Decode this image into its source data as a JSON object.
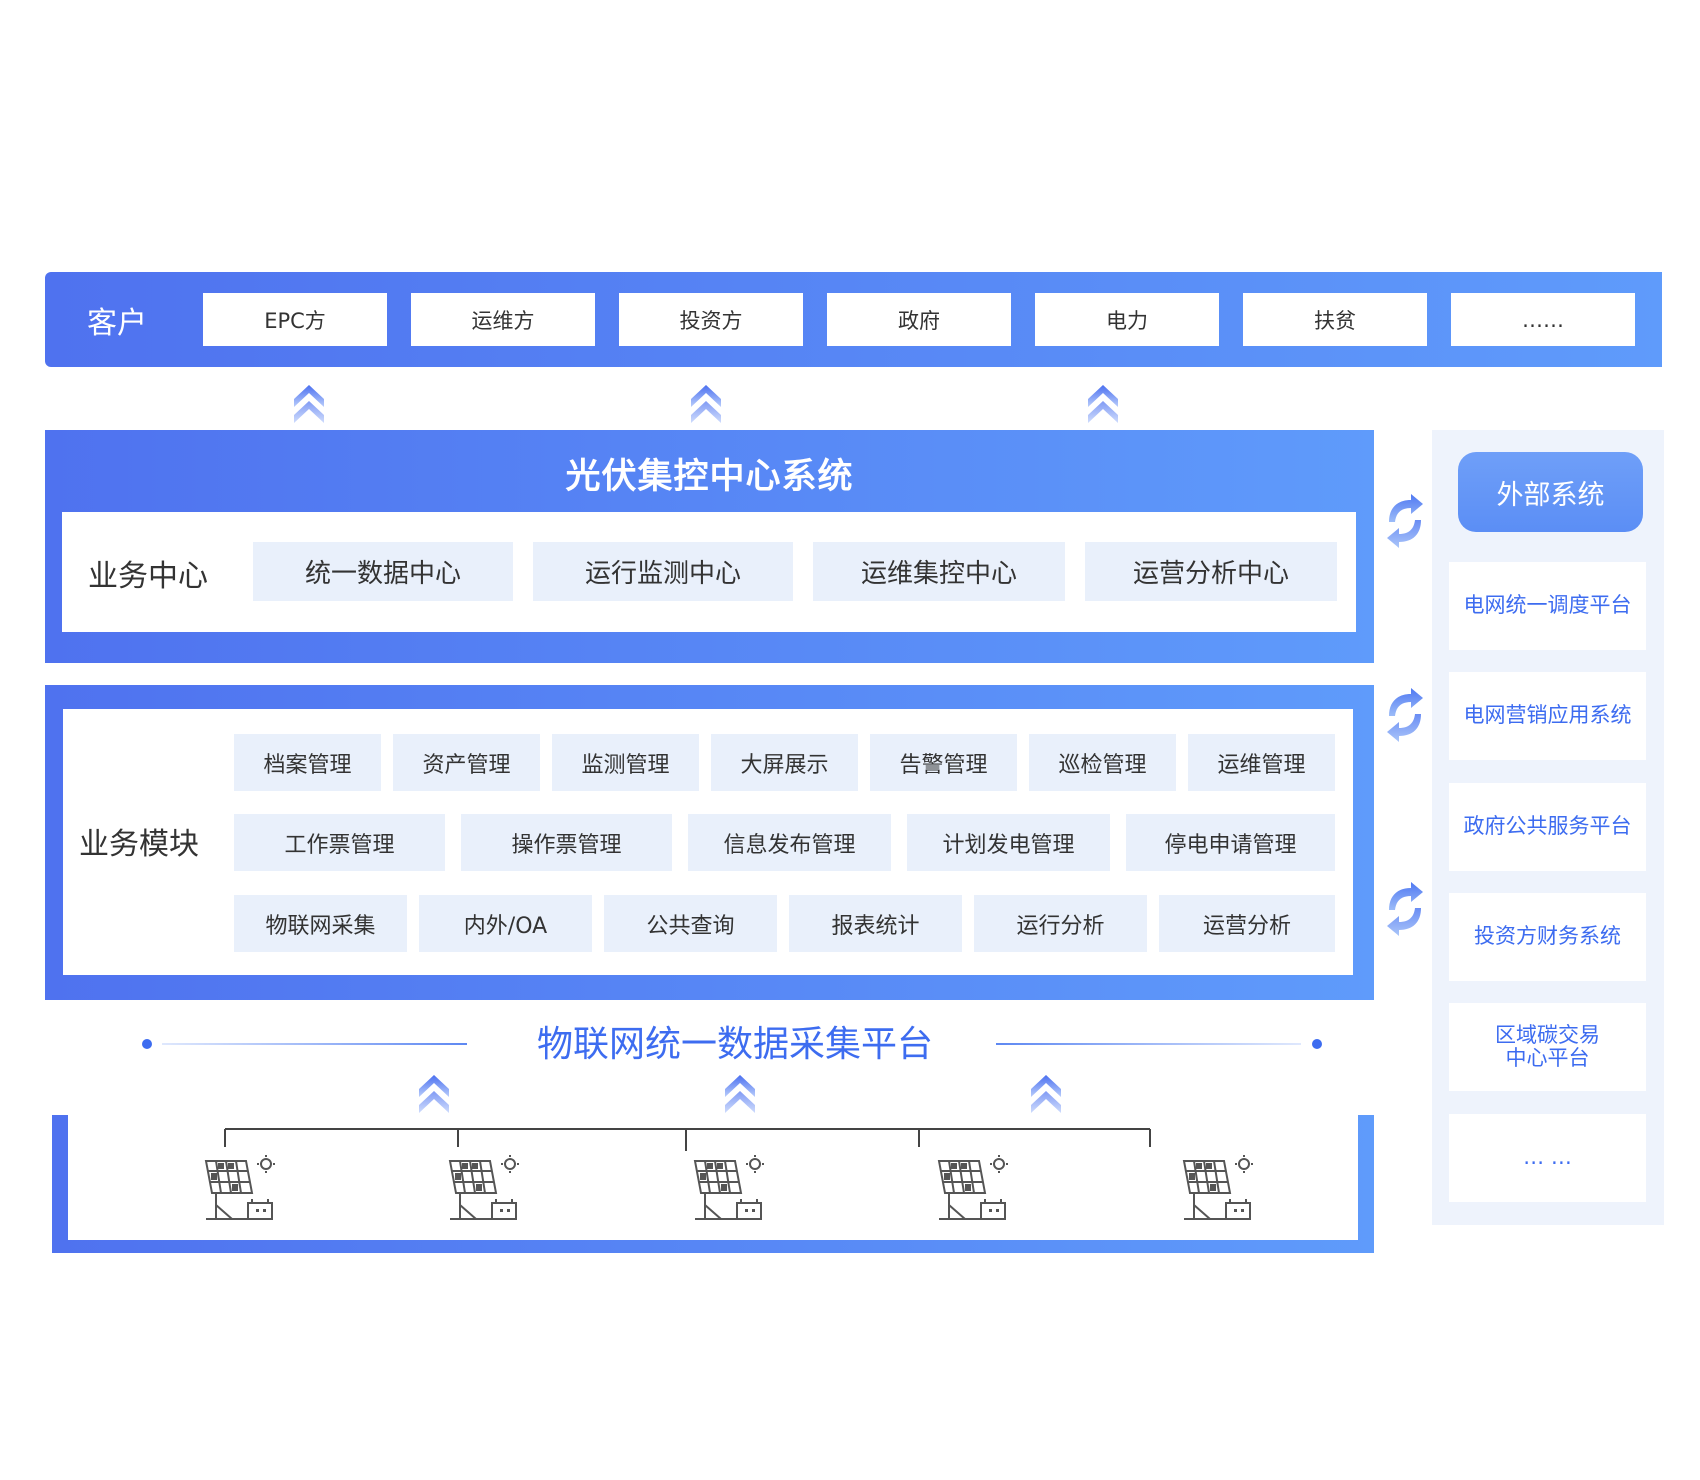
{
  "customers": {
    "label": "客户",
    "items": [
      "EPC方",
      "运维方",
      "投资方",
      "政府",
      "电力",
      "扶贫",
      "……"
    ]
  },
  "central_system": {
    "title": "光伏集控中心系统",
    "business_center_label": "业务中心",
    "centers": [
      "统一数据中心",
      "运行监测中心",
      "运维集控中心",
      "运营分析中心"
    ]
  },
  "business_modules": {
    "label": "业务模块",
    "row1": [
      "档案管理",
      "资产管理",
      "监测管理",
      "大屏展示",
      "告警管理",
      "巡检管理",
      "运维管理"
    ],
    "row2": [
      "工作票管理",
      "操作票管理",
      "信息发布管理",
      "计划发电管理",
      "停电申请管理"
    ],
    "row3": [
      "物联网采集",
      "内外/OA",
      "公共查询",
      "报表统计",
      "运行分析",
      "运营分析"
    ]
  },
  "iot_platform": {
    "title": "物联网统一数据采集平台"
  },
  "external_systems": {
    "title": "外部系统",
    "items": [
      "电网统一调度平台",
      "电网营销应用系统",
      "政府公共服务平台",
      "投资方财务系统",
      "区域碳交易\n中心平台",
      "… …"
    ]
  },
  "icons": {
    "up_arrow": "double-chevron-up-icon",
    "sync": "sync-arrows-icon",
    "solar": "solar-panel-icon"
  },
  "colors": {
    "gradient_start": "#4f72ef",
    "gradient_end": "#5f9bfb",
    "accent_text": "#3d6cf0",
    "box_fill": "#e9f0fb",
    "external_bg": "#eef3fc"
  }
}
